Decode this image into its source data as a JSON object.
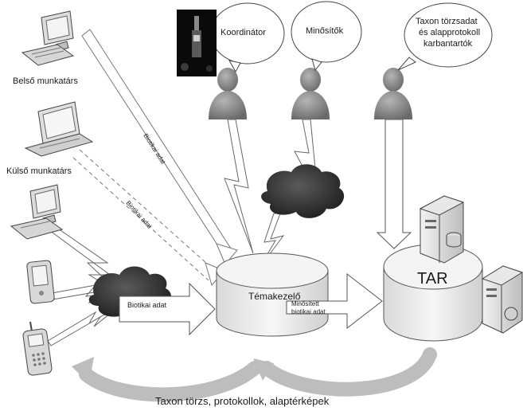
{
  "labels": {
    "belso_munkatars": "Belső munkatárs",
    "kulso_munkatars": "Külső munkatárs",
    "koordinator": "Koordinátor",
    "minositok": "Minősítők",
    "taxon_line1": "Taxon törzsadat",
    "taxon_line2": "és alapprotokoll",
    "taxon_line3": "karbantartók",
    "biotikai_adat": "Biotikai adat",
    "temakezelo": "Témakezelő",
    "minositett_line1": "Minősített",
    "minositett_line2": "biotikai adat",
    "tar": "TAR",
    "bottom_caption": "Taxon törzs, protokollok, alaptérképek"
  },
  "colors": {
    "arrow_fill": "#ffffff",
    "arrow_stroke": "#555555",
    "person_fill": "#8a8a8a",
    "cloud_fill": "#2b2b2b",
    "cylinder_fill": "#e9e9e9",
    "bottom_arrow": "#bdbdbd"
  },
  "icons": [
    "desktop-computer-icon",
    "laptop-icon",
    "pda-icon",
    "mobile-phone-icon",
    "server-icon",
    "person-icon",
    "cloud-icon"
  ]
}
